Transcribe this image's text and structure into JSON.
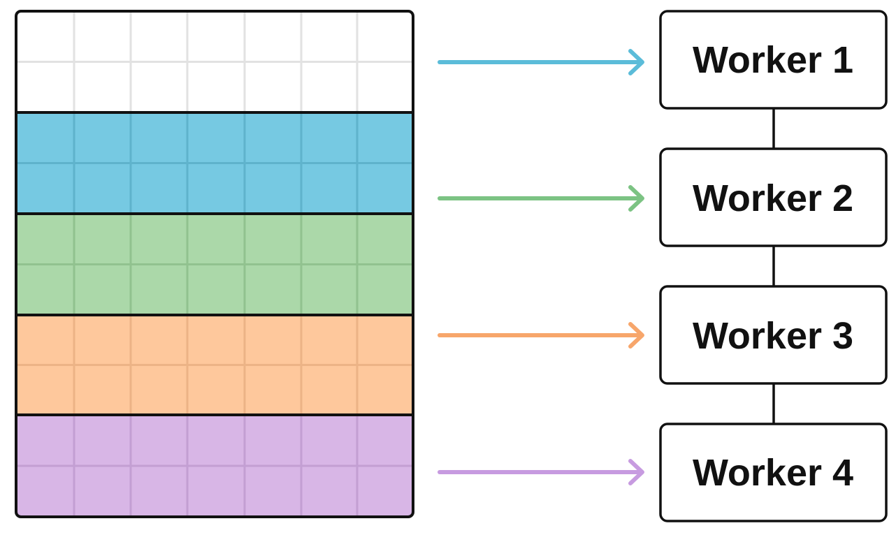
{
  "grid": {
    "columns": 7,
    "rows_per_band": 2,
    "bands": [
      {
        "name": "band-1",
        "fill": "#ffffff",
        "line": "#e2e2e2"
      },
      {
        "name": "band-2",
        "fill": "#76c9e2",
        "line": "#5fb3cc"
      },
      {
        "name": "band-3",
        "fill": "#abd8a9",
        "line": "#91c28f"
      },
      {
        "name": "band-4",
        "fill": "#fec89c",
        "line": "#ecb386"
      },
      {
        "name": "band-5",
        "fill": "#d8b6e6",
        "line": "#c39fd3"
      }
    ]
  },
  "arrows": [
    {
      "color": "#5bbcd9"
    },
    {
      "color": "#7cc383"
    },
    {
      "color": "#f7a66b"
    },
    {
      "color": "#c79be0"
    }
  ],
  "workers": [
    {
      "label": "Worker 1"
    },
    {
      "label": "Worker 2"
    },
    {
      "label": "Worker 3"
    },
    {
      "label": "Worker 4"
    }
  ]
}
